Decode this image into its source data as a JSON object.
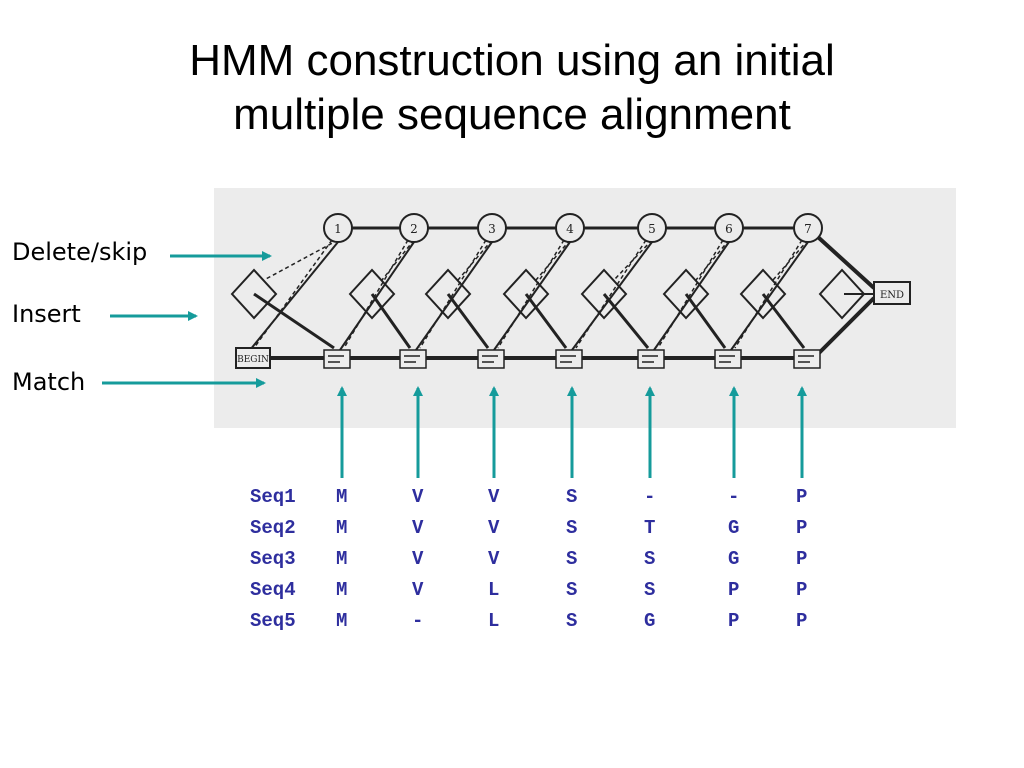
{
  "title": {
    "line1": "HMM construction using an initial",
    "line2": "multiple sequence alignment"
  },
  "labels": {
    "delete": "Delete/skip",
    "insert": "Insert",
    "match": "Match"
  },
  "diagram": {
    "states": [
      "1",
      "2",
      "3",
      "4",
      "5",
      "6",
      "7"
    ],
    "begin_label": "BEGIN",
    "end_label": "END"
  },
  "alignment": {
    "rows": [
      {
        "name": "Seq1",
        "residues": [
          "M",
          "V",
          "V",
          "S",
          "-",
          "-",
          "P"
        ]
      },
      {
        "name": "Seq2",
        "residues": [
          "M",
          "V",
          "V",
          "S",
          "T",
          "G",
          "P"
        ]
      },
      {
        "name": "Seq3",
        "residues": [
          "M",
          "V",
          "V",
          "S",
          "S",
          "G",
          "P"
        ]
      },
      {
        "name": "Seq4",
        "residues": [
          "M",
          "V",
          "L",
          "S",
          "S",
          "P",
          "P"
        ]
      },
      {
        "name": "Seq5",
        "residues": [
          "M",
          "-",
          "L",
          "S",
          "G",
          "P",
          "P"
        ]
      }
    ]
  },
  "colors": {
    "arrow": "#159b9b",
    "sequence_text": "#2e2e9e",
    "diagram_background": "#ececec"
  }
}
